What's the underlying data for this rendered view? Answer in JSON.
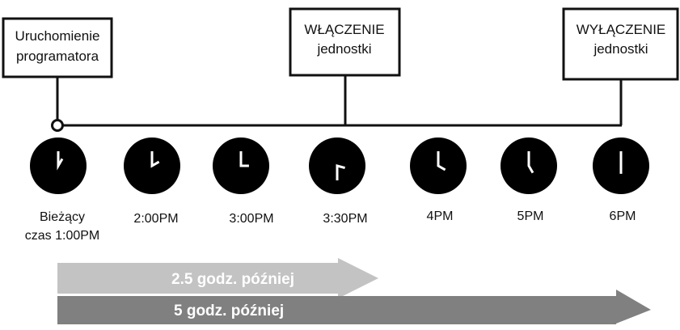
{
  "boxes": {
    "start": {
      "lines": [
        "Uruchomienie",
        "programatora"
      ]
    },
    "on": {
      "lines": [
        "WŁĄCZENIE",
        "jednostki"
      ]
    },
    "off": {
      "lines": [
        "WYŁĄCZENIE",
        "jednostki"
      ]
    }
  },
  "clocks": [
    {
      "label_lines": [
        "Bieżący",
        "czas 1:00PM"
      ],
      "hour_hand_deg": 30,
      "minute_hand_deg": 0
    },
    {
      "label_lines": [
        "2:00PM"
      ],
      "hour_hand_deg": 60,
      "minute_hand_deg": 0
    },
    {
      "label_lines": [
        "3:00PM"
      ],
      "hour_hand_deg": 90,
      "minute_hand_deg": 0
    },
    {
      "label_lines": [
        "3:30PM"
      ],
      "hour_hand_deg": 105,
      "minute_hand_deg": 180
    },
    {
      "label_lines": [
        "4PM"
      ],
      "hour_hand_deg": 120,
      "minute_hand_deg": 0
    },
    {
      "label_lines": [
        "5PM"
      ],
      "hour_hand_deg": 150,
      "minute_hand_deg": 0
    },
    {
      "label_lines": [
        "6PM"
      ],
      "hour_hand_deg": 180,
      "minute_hand_deg": 0
    }
  ],
  "arrows": [
    {
      "label": "2.5 godz. później",
      "color": "#c3c3c3"
    },
    {
      "label": "5 godz. później",
      "color": "#808080"
    }
  ],
  "colors": {
    "line": "#111111",
    "clock_face": "#000000",
    "hand": "#ffffff"
  }
}
